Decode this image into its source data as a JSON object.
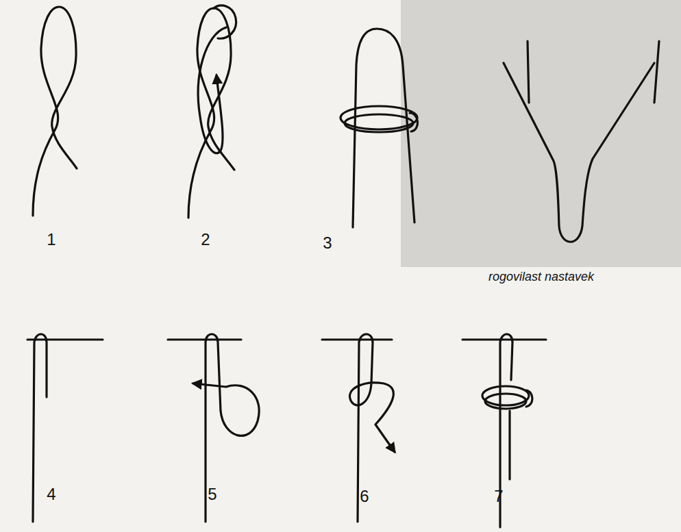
{
  "diagram": {
    "labels": [
      "1",
      "2",
      "3",
      "rogovilast nastavek",
      "4",
      "5",
      "6",
      "7"
    ]
  }
}
